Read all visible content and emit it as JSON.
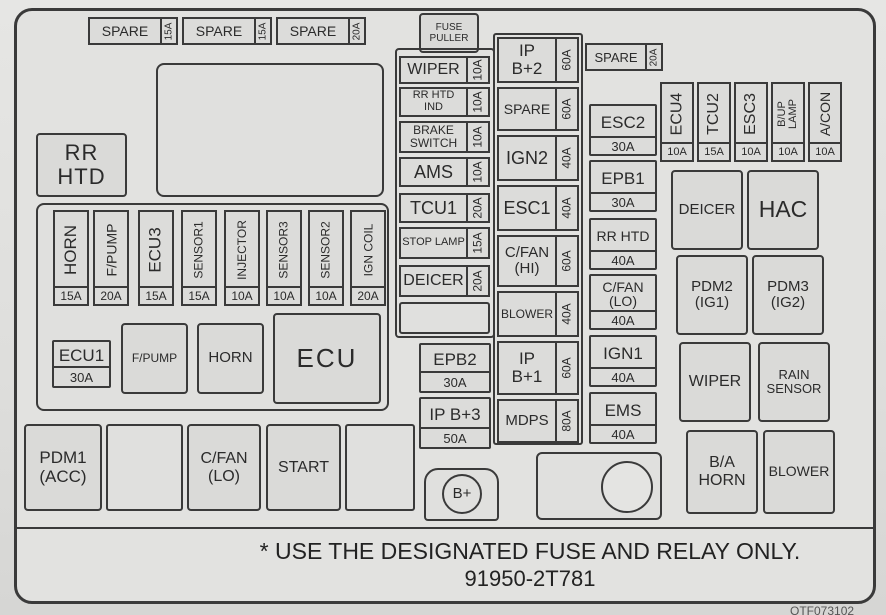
{
  "top_spares": [
    {
      "label": "SPARE",
      "amp": "15A"
    },
    {
      "label": "SPARE",
      "amp": "15A"
    },
    {
      "label": "SPARE",
      "amp": "20A"
    }
  ],
  "fuse_puller": "FUSE\nPULLER",
  "rr_htd": "RR\nHTD",
  "left_row": [
    {
      "label": "HORN",
      "amp": "15A"
    },
    {
      "label": "F/PUMP",
      "amp": "20A"
    },
    {
      "label": "ECU3",
      "amp": "15A"
    },
    {
      "label": "SENSOR1",
      "amp": "15A"
    },
    {
      "label": "INJECTOR",
      "amp": "10A"
    },
    {
      "label": "SENSOR3",
      "amp": "10A"
    },
    {
      "label": "SENSOR2",
      "amp": "10A"
    },
    {
      "label": "IGN COIL",
      "amp": "20A"
    }
  ],
  "ecu1": {
    "label": "ECU1",
    "amp": "30A"
  },
  "left_relays": {
    "fpump": "F/PUMP",
    "horn": "HORN",
    "ecu": "ECU"
  },
  "bottom_relays": {
    "pdm1": "PDM1\n(ACC)",
    "cfan_lo": "C/FAN\n(LO)",
    "start": "START"
  },
  "col2": [
    {
      "label": "WIPER",
      "amp": "10A"
    },
    {
      "label": "RR HTD\nIND",
      "amp": "10A"
    },
    {
      "label": "BRAKE\nSWITCH",
      "amp": "10A"
    },
    {
      "label": "AMS",
      "amp": "10A"
    },
    {
      "label": "TCU1",
      "amp": "20A"
    },
    {
      "label": "STOP LAMP",
      "amp": "15A"
    },
    {
      "label": "DEICER",
      "amp": "20A"
    }
  ],
  "epb2": {
    "label": "EPB2",
    "amp": "30A"
  },
  "ipb3": {
    "label": "IP B+3",
    "amp": "50A"
  },
  "bplus": "B+",
  "col3": [
    {
      "label": "IP\nB+2",
      "amp": "60A"
    },
    {
      "label": "SPARE",
      "amp": "60A"
    },
    {
      "label": "IGN2",
      "amp": "40A"
    },
    {
      "label": "ESC1",
      "amp": "40A"
    },
    {
      "label": "C/FAN\n(HI)",
      "amp": "60A"
    },
    {
      "label": "BLOWER",
      "amp": "40A"
    },
    {
      "label": "IP\nB+1",
      "amp": "60A"
    },
    {
      "label": "MDPS",
      "amp": "80A"
    }
  ],
  "spare_right": {
    "label": "SPARE",
    "amp": "20A"
  },
  "col4": [
    {
      "label": "ESC2",
      "amp": "30A"
    },
    {
      "label": "EPB1",
      "amp": "30A"
    },
    {
      "label": "RR HTD",
      "amp": "40A"
    },
    {
      "label": "C/FAN\n(LO)",
      "amp": "40A"
    },
    {
      "label": "IGN1",
      "amp": "40A"
    },
    {
      "label": "EMS",
      "amp": "40A"
    }
  ],
  "right_small": [
    {
      "label": "ECU4",
      "amp": "10A"
    },
    {
      "label": "TCU2",
      "amp": "15A"
    },
    {
      "label": "ESC3",
      "amp": "10A"
    },
    {
      "label": "B/UP\nLAMP",
      "amp": "10A"
    },
    {
      "label": "A/CON",
      "amp": "10A"
    }
  ],
  "right_relays": {
    "deicer": "DEICER",
    "hac": "HAC",
    "pdm2": "PDM2\n(IG1)",
    "pdm3": "PDM3\n(IG2)",
    "wiper": "WIPER",
    "rain": "RAIN\nSENSOR",
    "ba_horn": "B/A\nHORN",
    "blower": "BLOWER"
  },
  "notice": "* USE THE DESIGNATED FUSE AND RELAY ONLY.",
  "part_number": "91950-2T781",
  "image_code": "OTF073102"
}
